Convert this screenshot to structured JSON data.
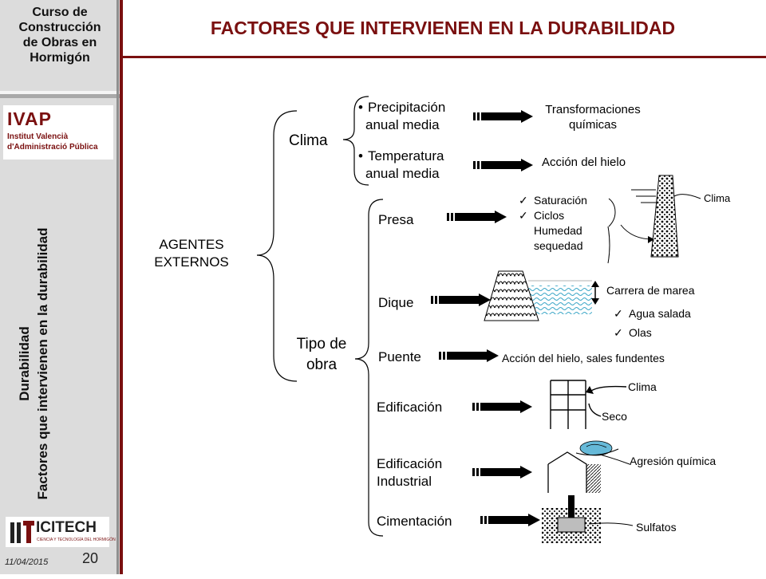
{
  "sidebar": {
    "course_title": [
      "Curso de",
      "Construcción",
      "de Obras en",
      "Hormigón"
    ],
    "ivap_logo": {
      "name": "IVAP",
      "line1": "Institut Valencià",
      "line2": "d'Administració Pública"
    },
    "vertical_title_top": "Durabilidad",
    "vertical_title_bottom": "Factores que intervienen en la durabilidad",
    "icitech_logo": {
      "name": "ICITECH",
      "tagline": "CIENCIA Y TECNOLOGÍA DEL HORMIGÓN"
    },
    "date": "11/04/2015",
    "page_number": "20"
  },
  "title": "FACTORES QUE INTERVIENEN EN LA DURABILIDAD",
  "diagram": {
    "root": [
      "AGENTES",
      "EXTERNOS"
    ],
    "clima": {
      "label": "Clima",
      "items": [
        {
          "bullet": "•",
          "label": [
            "Precipitación",
            "anual media"
          ],
          "effect": [
            "Transformaciones",
            "químicas"
          ]
        },
        {
          "bullet": "•",
          "label": [
            "Temperatura",
            "anual media"
          ],
          "effect": [
            "Acción del hielo"
          ]
        }
      ]
    },
    "tipo_obra": {
      "label": [
        "Tipo de",
        "obra"
      ],
      "presa": {
        "label": "Presa",
        "check": "✓",
        "effects": [
          "Saturación",
          "Ciclos",
          "Humedad",
          "sequedad"
        ],
        "side_label": "Clima"
      },
      "dique": {
        "label": "Dique",
        "tide_label": "Carrera de marea",
        "check": "✓",
        "effects": [
          "Agua salada",
          "Olas"
        ]
      },
      "puente": {
        "label": "Puente",
        "effect": "Acción del hielo, sales fundentes"
      },
      "edificacion": {
        "label": "Edificación",
        "clima": "Clima",
        "seco": "Seco"
      },
      "edificacion_industrial": {
        "label": [
          "Edificación",
          "Industrial"
        ],
        "effect": "Agresión química"
      },
      "cimentacion": {
        "label": "Cimentación",
        "effect": "Sulfatos"
      }
    }
  }
}
